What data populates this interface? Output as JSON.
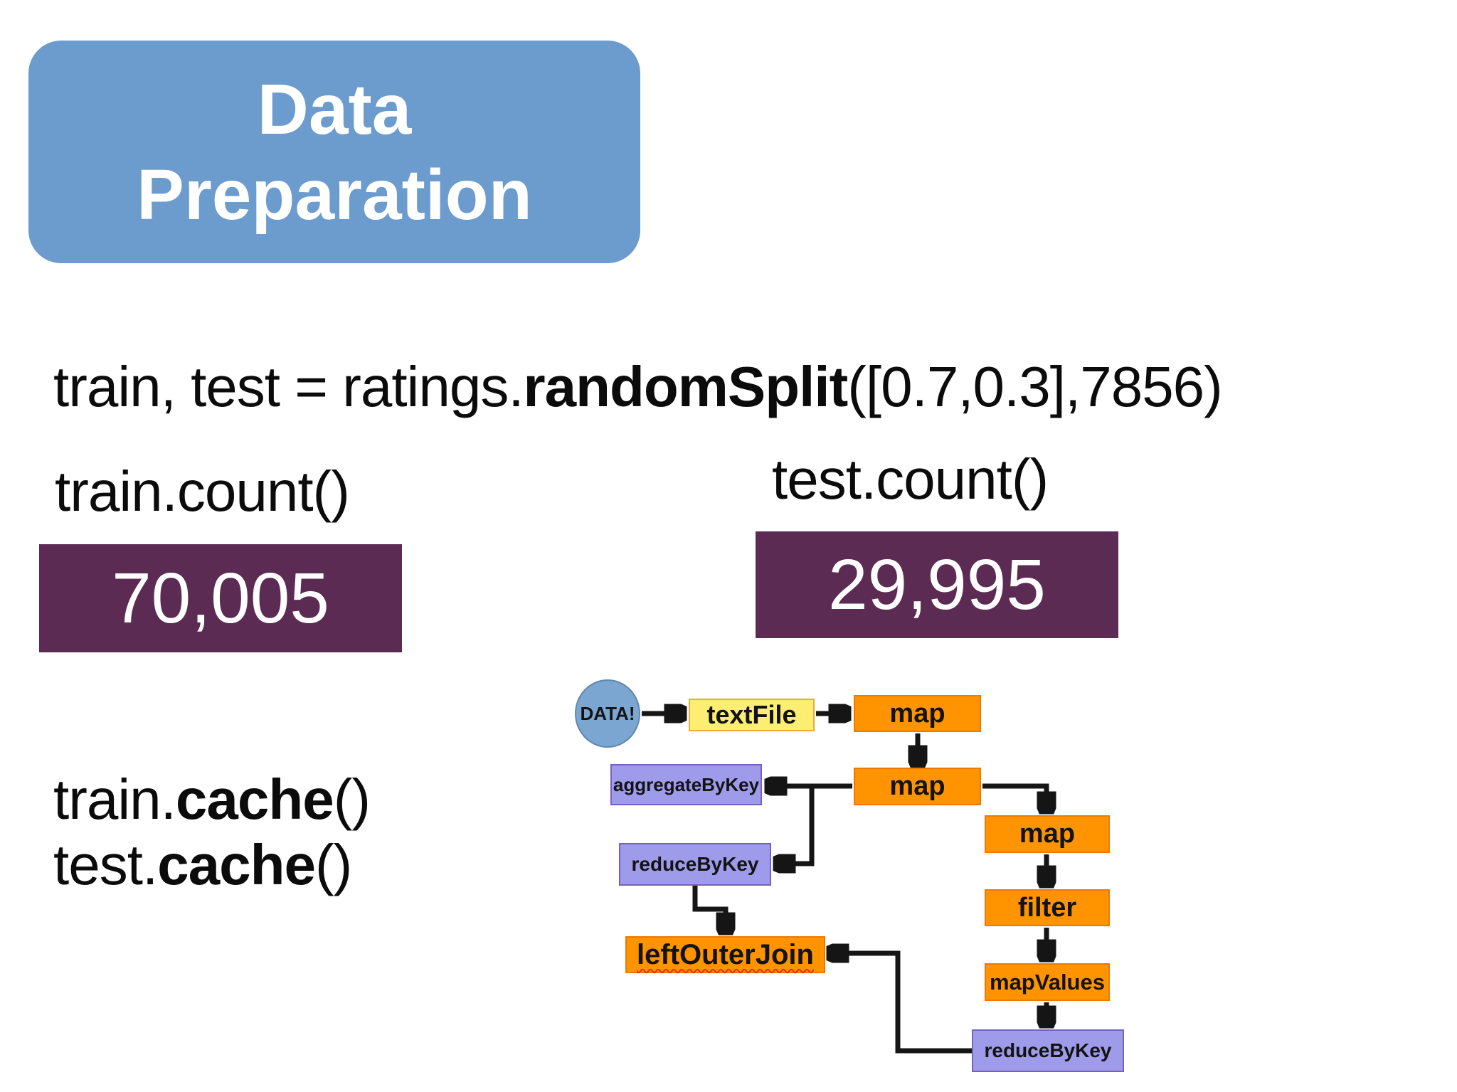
{
  "slide": {
    "title_lines": [
      "Data",
      "Preparation"
    ],
    "split_line": {
      "prefix": "train, test = ratings.",
      "bold": "randomSplit",
      "suffix": "([0.7,0.3],7856)"
    },
    "train_count_label": "train.count()",
    "train_count_value": "70,005",
    "test_count_label": "test.count()",
    "test_count_value": "29,995",
    "cache_line1": {
      "prefix": "train.",
      "bold": "cache",
      "suffix": "()"
    },
    "cache_line2": {
      "prefix": "test.",
      "bold": "cache",
      "suffix": "()"
    }
  },
  "diagram": {
    "nodes": {
      "data_source": {
        "label": "DATA!"
      },
      "textfile": {
        "label": "textFile"
      },
      "map1": {
        "label": "map"
      },
      "map2": {
        "label": "map"
      },
      "aggregate_by_key": {
        "label": "aggregateByKey"
      },
      "reduce_by_key_left": {
        "label": "reduceByKey"
      },
      "map3": {
        "label": "map"
      },
      "filter": {
        "label": "filter"
      },
      "map_values": {
        "label": "mapValues"
      },
      "reduce_by_key_bottom": {
        "label": "reduceByKey"
      },
      "left_outer_join": {
        "label": "leftOuterJoin"
      }
    }
  },
  "colors": {
    "title_box_bg": "#6C9CCE",
    "count_box_bg": "#5C2B53",
    "orange_fill": "#FF9400",
    "orange_border": "#F07800",
    "purple_fill": "#9D9BEA",
    "purple_border": "#7B5FC0",
    "yellow_fill": "#FBEE72",
    "yellow_border": "#E9A93D",
    "circle_fill": "#7CA6D2",
    "circle_border": "#5F88B0",
    "arrow_color": "#151515",
    "squiggle_color": "#E03000"
  }
}
